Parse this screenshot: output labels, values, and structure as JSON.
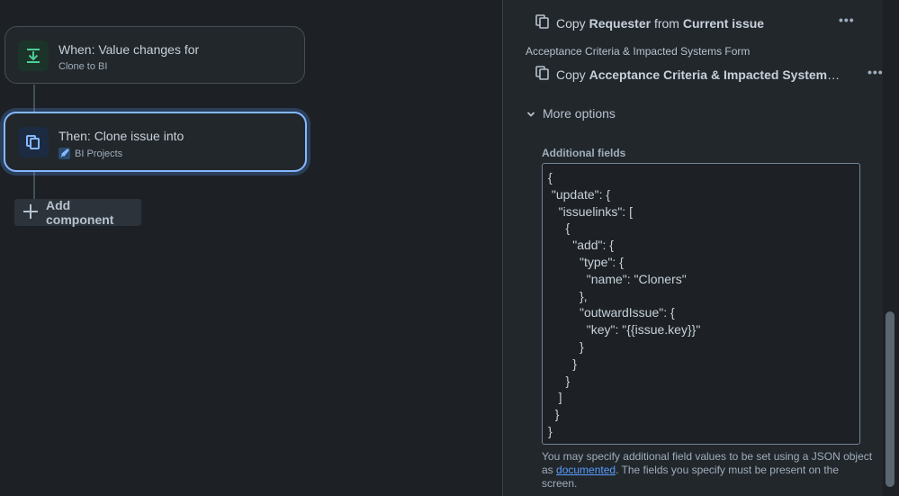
{
  "canvas": {
    "trigger": {
      "title": "When: Value changes for",
      "subtitle": "Clone to BI"
    },
    "action": {
      "title": "Then: Clone issue into",
      "subtitle": "BI Projects"
    },
    "add_component_label": "Add component"
  },
  "panel": {
    "copy_rows": [
      {
        "prefix": "Copy",
        "field": "Requester",
        "middle": "from",
        "source": "Current issue"
      },
      {
        "prefix": "Copy",
        "field": "Acceptance Criteria & Impacted Systems For..."
      }
    ],
    "section_label": "Acceptance Criteria & Impacted Systems Form",
    "more_options_label": "More options",
    "additional_fields_label": "Additional fields",
    "json_lines": [
      "{",
      " \"update\": {",
      "   \"issuelinks\": [",
      "     {",
      "       \"add\": {",
      "         \"type\": {",
      "           \"name\": \"Cloners\"",
      "         },",
      "         \"outwardIssue\": {",
      "           \"key\": \"{{issue.key}}\"",
      "         }",
      "       }",
      "     }",
      "   ]",
      "  }",
      "}"
    ],
    "help_prefix": "You may specify additional field values to be set using a JSON object as",
    "help_link": "documented",
    "help_suffix": ". The fields you specify must be present on the screen."
  },
  "colors": {
    "accent": "#85b8ff",
    "link": "#579dff",
    "trigger_icon": "#4bce97",
    "action_icon": "#85b8ff"
  },
  "icons": [
    "download-arrow-icon",
    "copy-icon",
    "rocket-icon",
    "plus-icon",
    "chevron-down-icon",
    "more-icon"
  ]
}
